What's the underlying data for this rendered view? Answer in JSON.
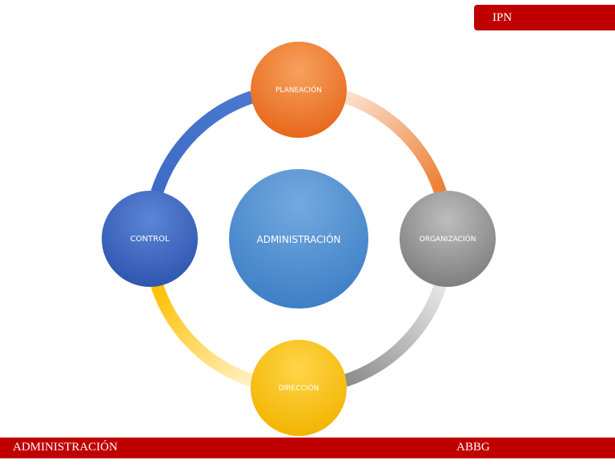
{
  "header": {
    "badge_text": "IPN"
  },
  "diagram": {
    "center": {
      "label": "ADMINISTRACIÓN",
      "color": "#5b9bd5"
    },
    "nodes": [
      {
        "label": "PLANEACIÓN",
        "color": "#ed7d31"
      },
      {
        "label": "ORGANIZACIÓN",
        "color": "#a5a5a5"
      },
      {
        "label": "DIRECCIÓN",
        "color": "#ffc000"
      },
      {
        "label": "CONTROL",
        "color": "#4472c4"
      }
    ]
  },
  "footer": {
    "left_text": "ADMINISTRACIÓN",
    "right_text": "ABBG"
  },
  "colors": {
    "accent": "#c00000"
  }
}
